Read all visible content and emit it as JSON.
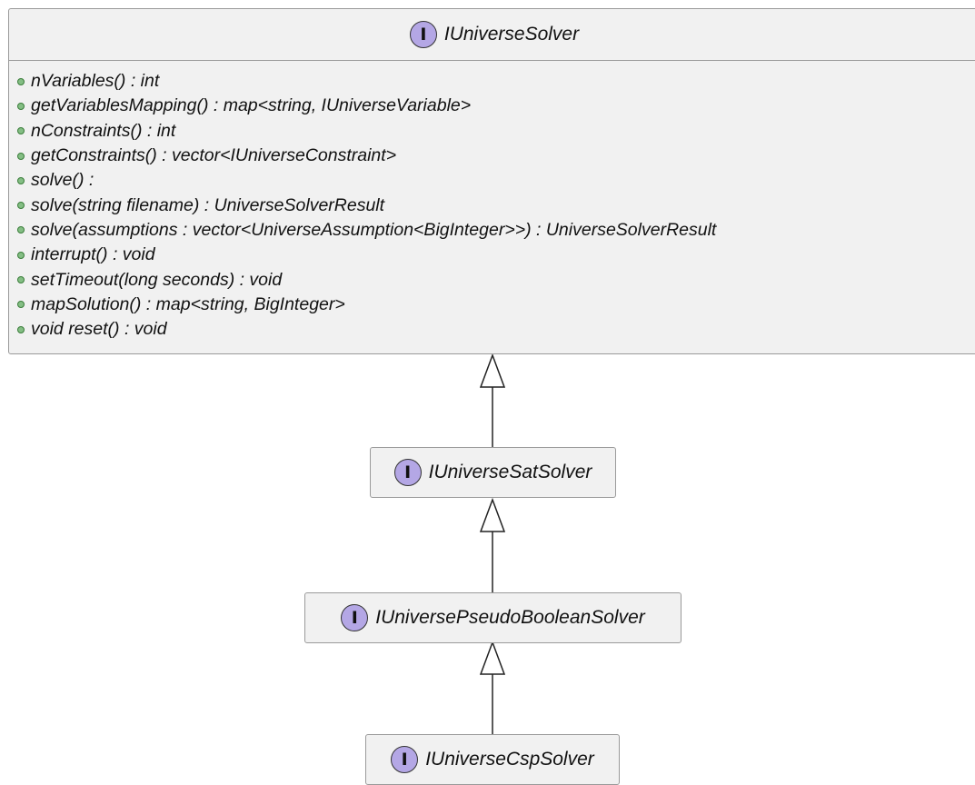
{
  "diagram": {
    "interface_badge": "I",
    "root": {
      "name": "IUniverseSolver",
      "methods": [
        "nVariables() : int",
        "getVariablesMapping() : map<string, IUniverseVariable>",
        "nConstraints() : int",
        "getConstraints() : vector<IUniverseConstraint>",
        "solve() :",
        "solve(string filename) : UniverseSolverResult",
        "solve(assumptions : vector<UniverseAssumption<BigInteger>>) : UniverseSolverResult",
        "interrupt() : void",
        "setTimeout(long seconds) : void",
        "mapSolution() : map<string, BigInteger>",
        "void reset() : void"
      ]
    },
    "sat": {
      "name": "IUniverseSatSolver"
    },
    "pseudo_boolean": {
      "name": "IUniversePseudoBooleanSolver"
    },
    "csp": {
      "name": "IUniverseCspSolver"
    },
    "colors": {
      "box_fill": "#f1f1f1",
      "box_border": "#9a9a9a",
      "badge_fill": "#b4a7e5",
      "public_dot": "#84be84"
    }
  }
}
